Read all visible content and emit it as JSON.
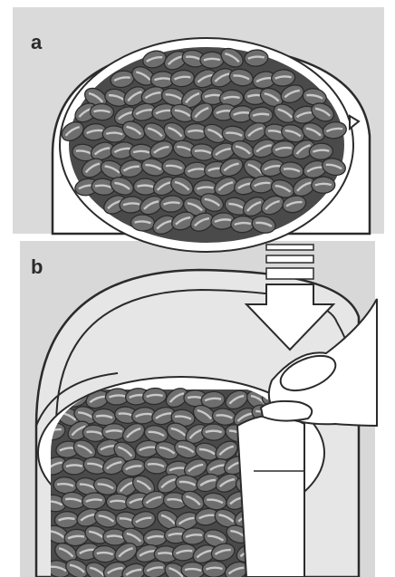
{
  "panels": [
    {
      "label": "a",
      "description_icon": "beans-in-container"
    },
    {
      "label": "b",
      "description_icon": "press-lid-down-arrow"
    }
  ],
  "colors": {
    "background": "#dcdcdc",
    "bean_fill": "#6e6e6e",
    "bean_crease": "#c9c9c9",
    "outline": "#2b2b2b",
    "white": "#ffffff",
    "arrow_fill": "#ffffff"
  }
}
